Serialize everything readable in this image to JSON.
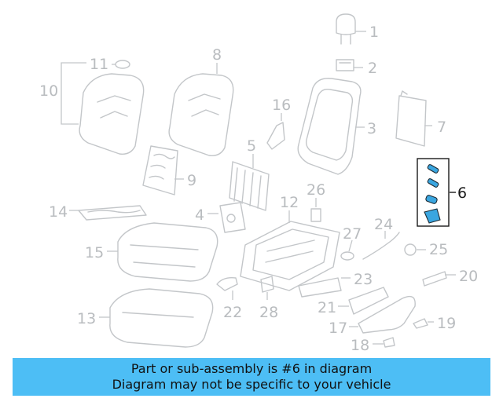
{
  "labels": {
    "p1": "1",
    "p2": "2",
    "p3": "3",
    "p4": "4",
    "p5": "5",
    "p6": "6",
    "p7": "7",
    "p8": "8",
    "p9": "9",
    "p10": "10",
    "p11": "11",
    "p12": "12",
    "p13": "13",
    "p14": "14",
    "p15": "15",
    "p16": "16",
    "p17": "17",
    "p18": "18",
    "p19": "19",
    "p20": "20",
    "p21": "21",
    "p22": "22",
    "p23": "23",
    "p24": "24",
    "p25": "25",
    "p26": "26",
    "p27": "27",
    "p28": "28"
  },
  "highlighted_part": "6",
  "colors": {
    "highlight": "#3aa6e0",
    "banner": "#4dbef5",
    "part_line": "#c3c6c9"
  },
  "banner": {
    "line1": "Part or sub-assembly is #6 in diagram",
    "line2": "Diagram may not be specific to your vehicle"
  }
}
